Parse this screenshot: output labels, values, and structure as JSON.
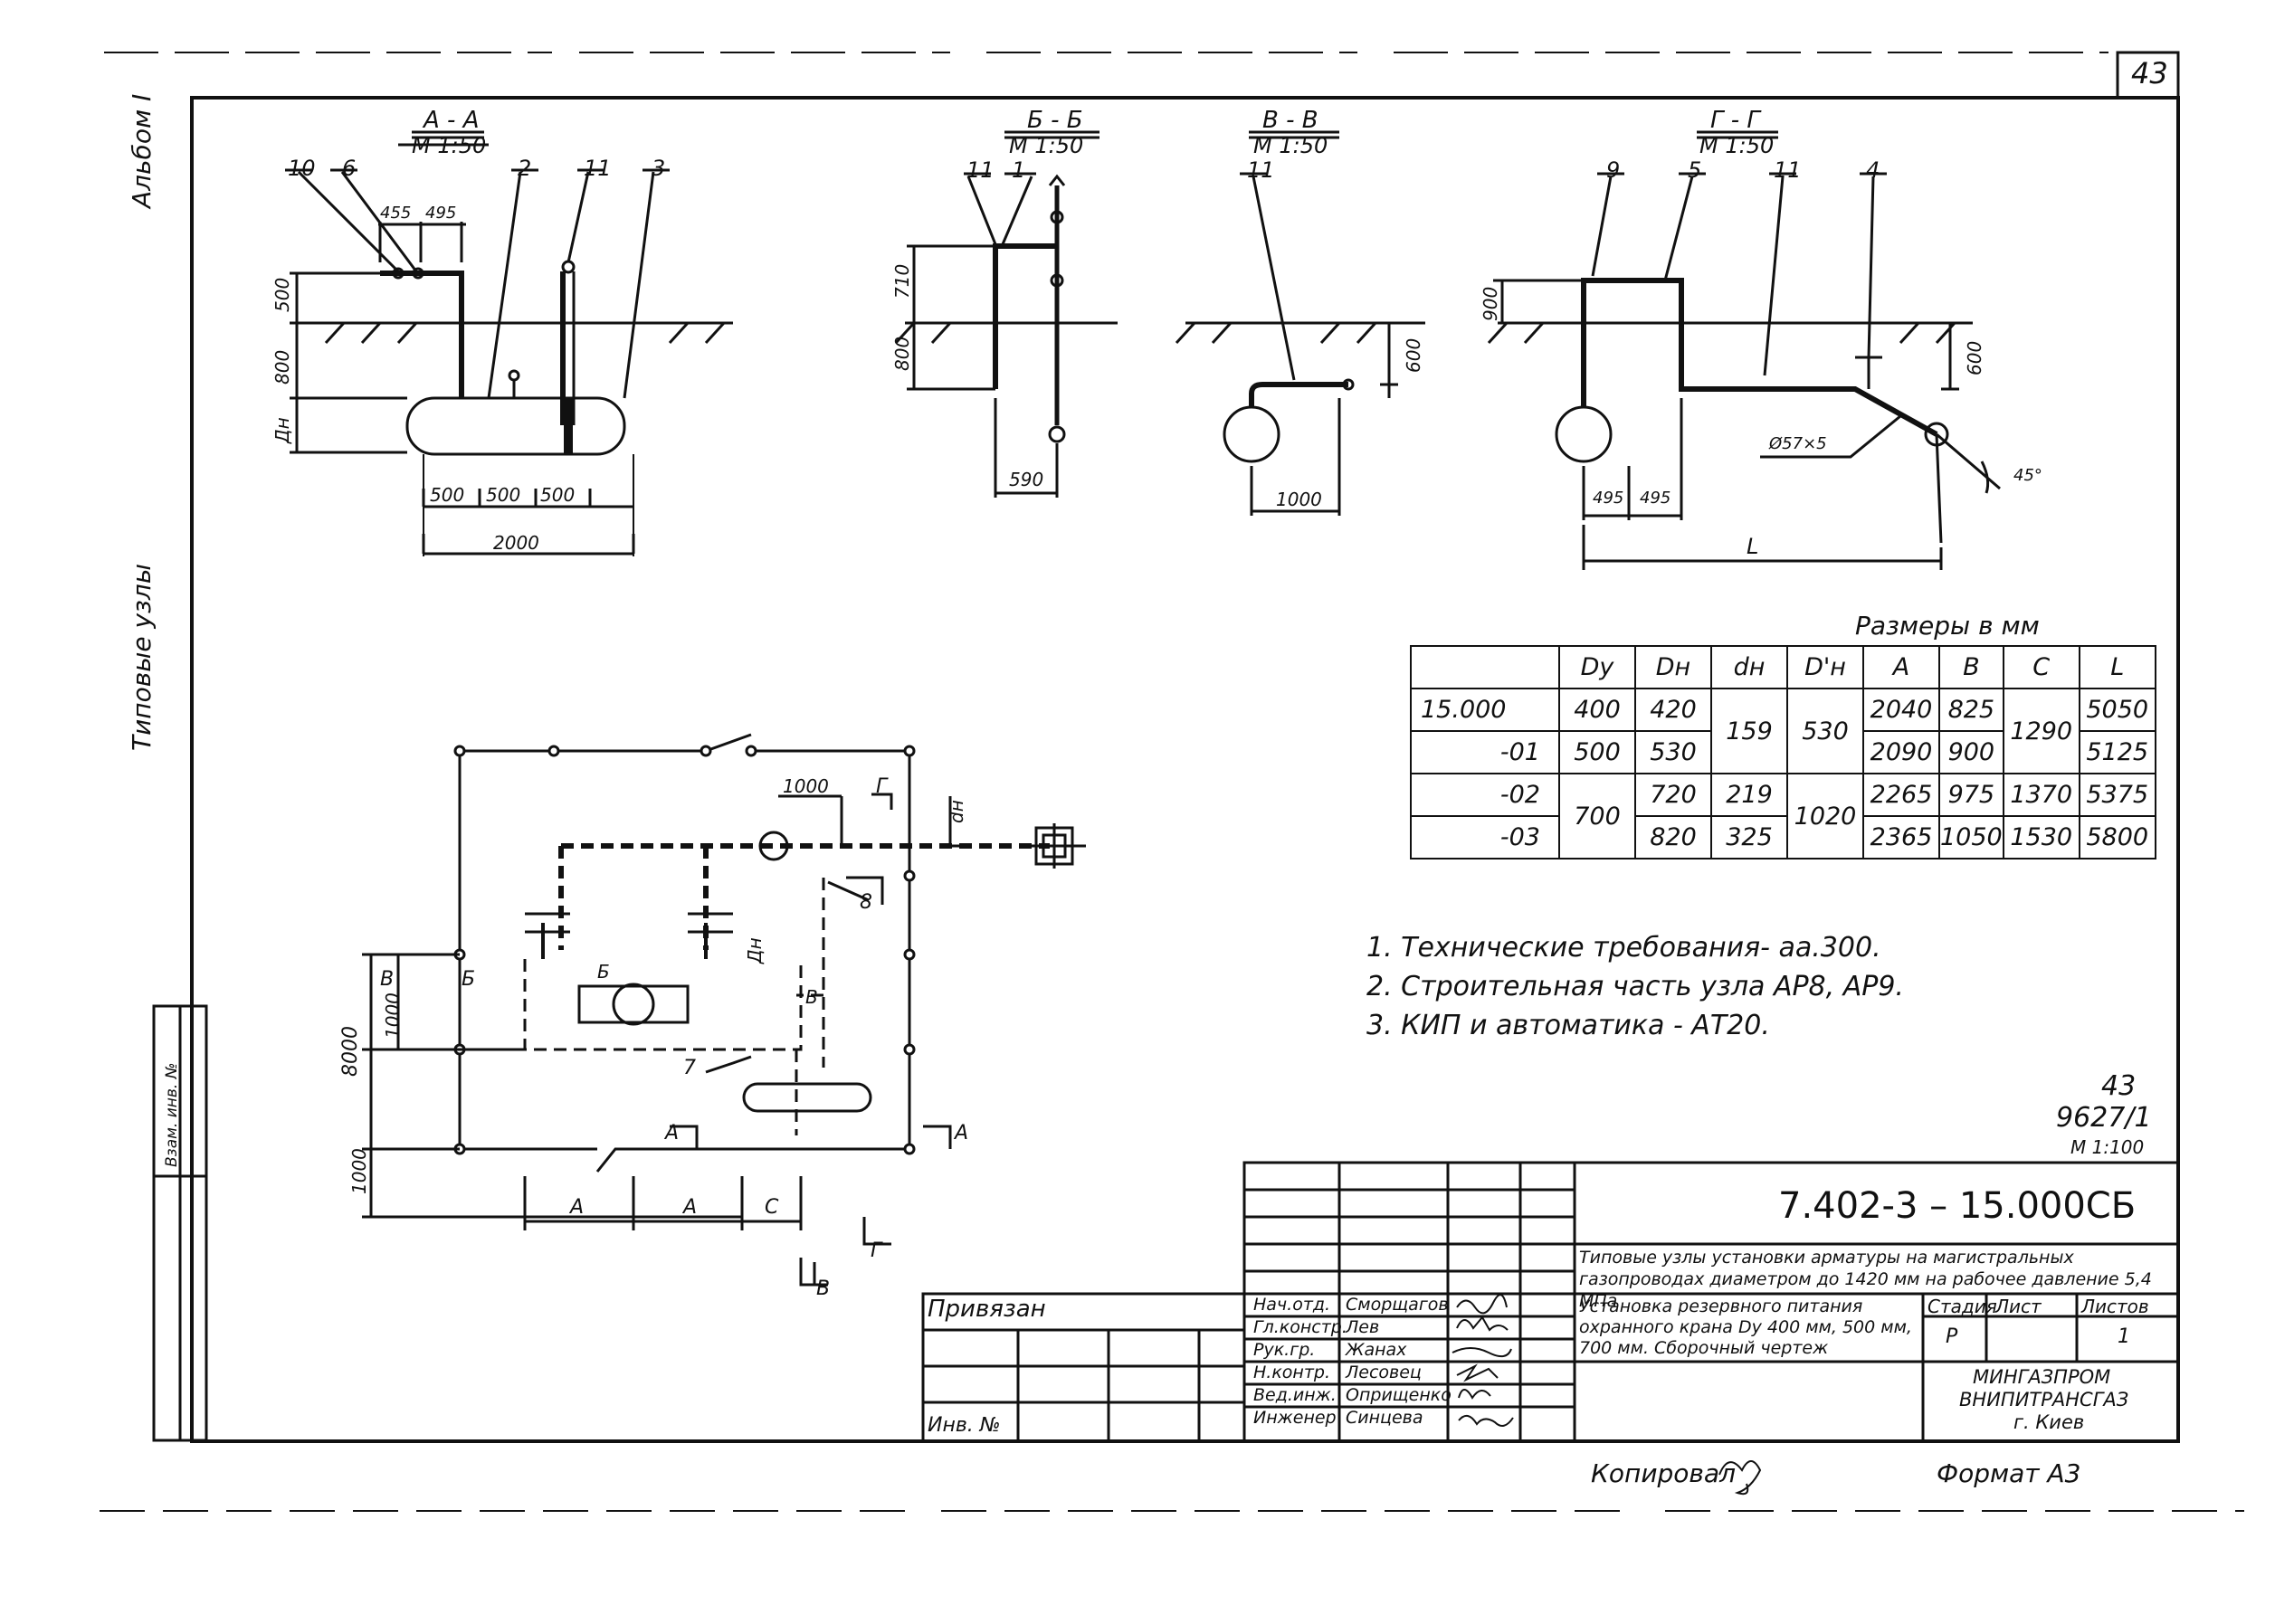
{
  "sheet": {
    "sheet_number": "43",
    "album": "Альбом I",
    "section": "Типовые узлы"
  },
  "sections": [
    {
      "title": "А - А",
      "scale": "М 1:50"
    },
    {
      "title": "Б - Б",
      "scale": "М 1:50"
    },
    {
      "title": "В - В",
      "scale": "М 1:50"
    },
    {
      "title": "Г - Г",
      "scale": "М 1:50"
    }
  ],
  "callouts": {
    "aa": [
      "10",
      "6",
      "2",
      "11",
      "3"
    ],
    "bb": [
      "11",
      "1"
    ],
    "vv": [
      "11"
    ],
    "gg": [
      "9",
      "5",
      "11",
      "4"
    ],
    "plan": [
      "8",
      "7"
    ]
  },
  "dimensions": {
    "aa": [
      "455",
      "495",
      "500",
      "800",
      "Дн",
      "500",
      "500",
      "500",
      "2000"
    ],
    "bb": [
      "710",
      "800",
      "590"
    ],
    "vv": [
      "600",
      "1000"
    ],
    "gg": [
      "900",
      "600",
      "495",
      "495",
      "L",
      "Ø57×5",
      "45°"
    ],
    "plan": [
      "1000",
      "Г",
      "dн",
      "8000",
      "1000",
      "В",
      "Б",
      "Б",
      "В",
      "Дн",
      "А",
      "А",
      "1000",
      "А",
      "А",
      "С",
      "Г",
      "В"
    ]
  },
  "size_table": {
    "caption": "Размеры в мм",
    "headers": [
      "",
      "Dу",
      "Dн",
      "dн",
      "D'н",
      "А",
      "В",
      "С",
      "L"
    ],
    "rows": [
      [
        "15.000",
        "400",
        "420",
        "159",
        "530",
        "2040",
        "825",
        "1290",
        "5050"
      ],
      [
        "-01",
        "500",
        "530",
        "",
        "",
        "2090",
        "900",
        "",
        "5125"
      ],
      [
        "-02",
        "700",
        "720",
        "219",
        "1020",
        "2265",
        "975",
        "1370",
        "5375"
      ],
      [
        "-03",
        "",
        "820",
        "325",
        "",
        "2365",
        "1050",
        "1530",
        "5800"
      ]
    ]
  },
  "notes": [
    "1. Технические требования- аа.300.",
    "2. Строительная часть узла АР8, АР9.",
    "3. КИП и автоматика - АТ20."
  ],
  "plan_label": {
    "sheet": "43",
    "number": "9627/1",
    "scale": "М 1:100"
  },
  "title_block": {
    "code": "7.402-3 – 15.000СБ",
    "object": "Типовые узлы установки арматуры на магистральных газопроводах диаметром до 1420 мм на рабочее давление 5,4 МПа",
    "drawing_title": "Установка резервного питания охранного крана Dу 400 мм, 500 мм, 700 мм. Сборочный чертеж",
    "stage_label": "Стадия",
    "sheet_label": "Лист",
    "sheets_label": "Листов",
    "stage": "Р",
    "sheets": "1",
    "org_line1": "МИНГАЗПРОМ",
    "org_line2": "ВНИПИТРАНСГАЗ",
    "org_line3": "г. Киев",
    "roles": [
      "Нач.отд.",
      "Гл.констр.",
      "Рук.гр.",
      "Н.контр.",
      "Вед.инж.",
      "Инженер"
    ],
    "names": [
      "Сморщагов",
      "Лев",
      "Жанах",
      "Лесовец",
      "Оприщенко",
      "Синцева"
    ],
    "bound": "Привязан",
    "inv": "Инв. №"
  },
  "footer": {
    "copied": "Копировал",
    "format": "Формат А3"
  },
  "left_strip": {
    "label": "Взам. инв. №"
  }
}
